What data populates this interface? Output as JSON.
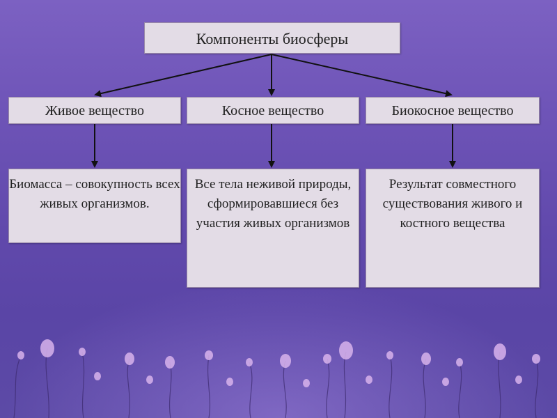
{
  "title": "Компоненты биосферы",
  "categories": [
    {
      "label": "Живое вещество",
      "description": "Биомасса – совокупность всех живых организмов."
    },
    {
      "label": "Косное вещество",
      "description": "Все тела неживой природы, сформировавшиеся без участия живых организмов"
    },
    {
      "label": "Биокосное вещество",
      "description": "Результат совместного существования живого и костного вещества"
    }
  ]
}
